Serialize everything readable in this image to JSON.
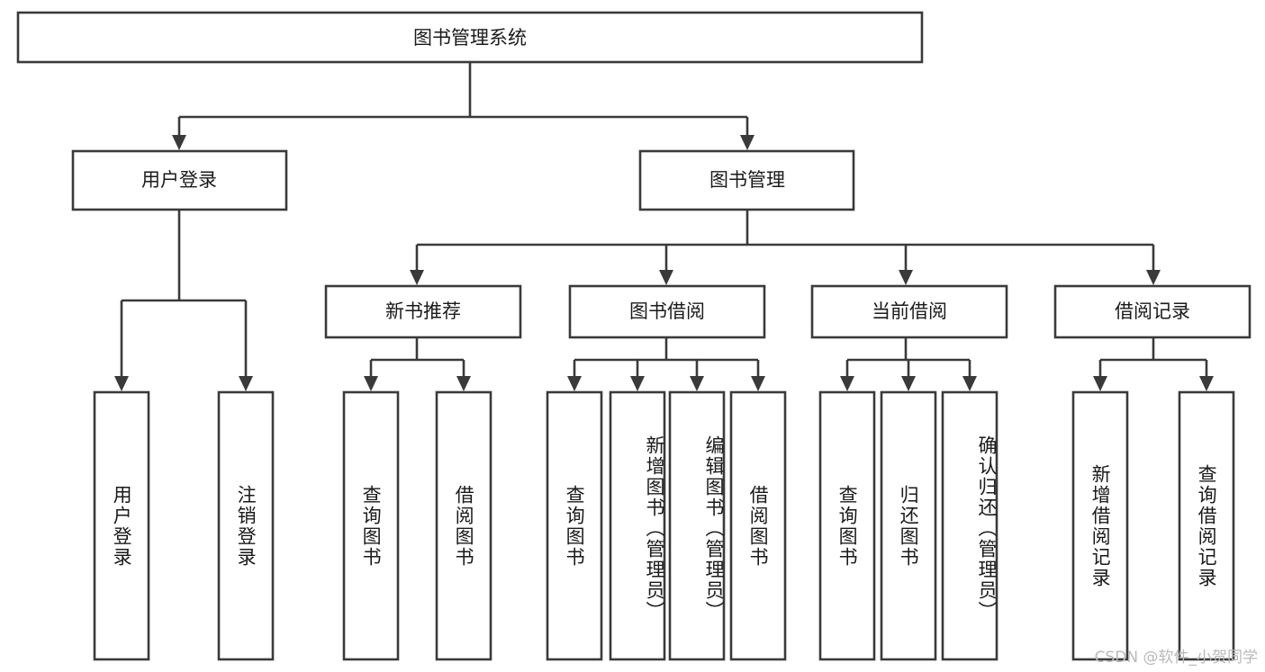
{
  "diagram": {
    "title": "图书管理系统",
    "type": "tree-hierarchy-diagram",
    "root": {
      "label": "图书管理系统"
    },
    "level2": [
      {
        "label": "用户登录"
      },
      {
        "label": "图书管理"
      }
    ],
    "level3": [
      {
        "label": "新书推荐"
      },
      {
        "label": "图书借阅"
      },
      {
        "label": "当前借阅"
      },
      {
        "label": "借阅记录"
      }
    ],
    "leaves": {
      "user_login": [
        {
          "label": "用户登录"
        },
        {
          "label": "注销登录"
        }
      ],
      "new_book_recommend": [
        {
          "label": "查询图书"
        },
        {
          "label": "借阅图书"
        }
      ],
      "book_borrow": [
        {
          "label": "查询图书"
        },
        {
          "label": "新增图书（管理员）"
        },
        {
          "label": "编辑图书（管理员）"
        },
        {
          "label": "借阅图书"
        }
      ],
      "current_borrow": [
        {
          "label": "查询图书"
        },
        {
          "label": "归还图书"
        },
        {
          "label": "确认归还（管理员）"
        }
      ],
      "borrow_record": [
        {
          "label": "新增借阅记录"
        },
        {
          "label": "查询借阅记录"
        }
      ]
    },
    "colors": {
      "stroke": "#3a3a3a",
      "fill": "#ffffff",
      "text": "#1a1a1a",
      "watermark": "#b9b9b9"
    }
  },
  "watermark": {
    "text": "CSDN @软件_小贺同学"
  }
}
